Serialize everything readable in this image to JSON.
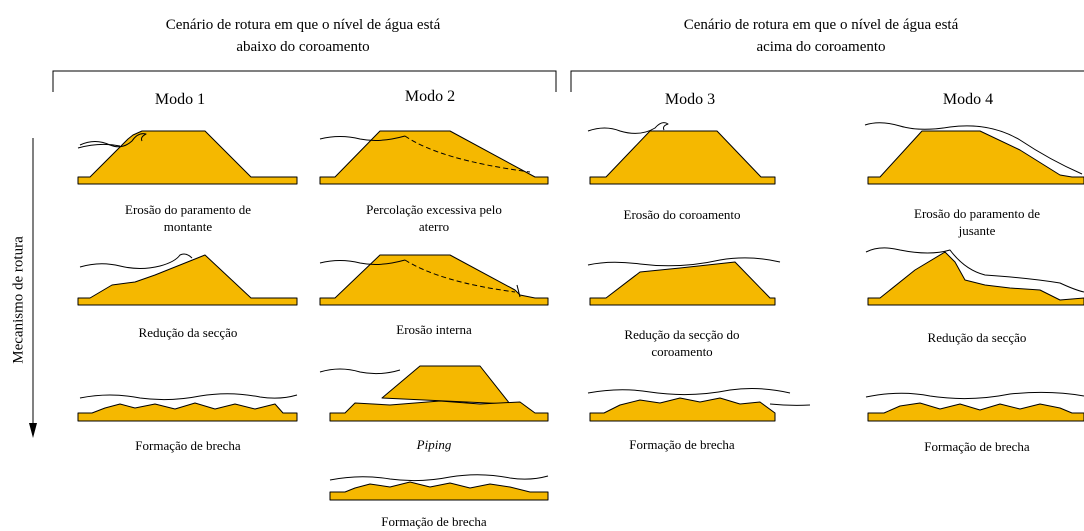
{
  "headers": {
    "left": {
      "line1": "Cenário de rotura em que o nível de água está",
      "line2": "abaixo do coroamento"
    },
    "right": {
      "line1": "Cenário de rotura em que o nível de água está",
      "line2": "acima do coroamento"
    }
  },
  "modes": [
    "Modo 1",
    "Modo 2",
    "Modo 3",
    "Modo 4"
  ],
  "axis_label": "Mecanismo de rotura",
  "captions": {
    "m1r1": [
      "Erosão do paramento de",
      "montante"
    ],
    "m1r2": [
      "Redução da secção"
    ],
    "m1r3": [
      "Formação de brecha"
    ],
    "m2r1": [
      "Percolação excessiva pelo",
      "aterro"
    ],
    "m2r2": [
      "Erosão interna"
    ],
    "m2r3": [
      "Piping"
    ],
    "m2r4": [
      "Formação de brecha"
    ],
    "m3r1": [
      "Erosão do coroamento"
    ],
    "m3r2": [
      "Redução da secção do",
      "coroamento"
    ],
    "m3r3": [
      "Formação de brecha"
    ],
    "m4r1": [
      "Erosão do paramento de",
      "jusante"
    ],
    "m4r2": [
      "Redução da secção"
    ],
    "m4r3": [
      "Formação de brecha"
    ]
  },
  "colors": {
    "fill": "#f5b800",
    "stroke": "#000000"
  }
}
